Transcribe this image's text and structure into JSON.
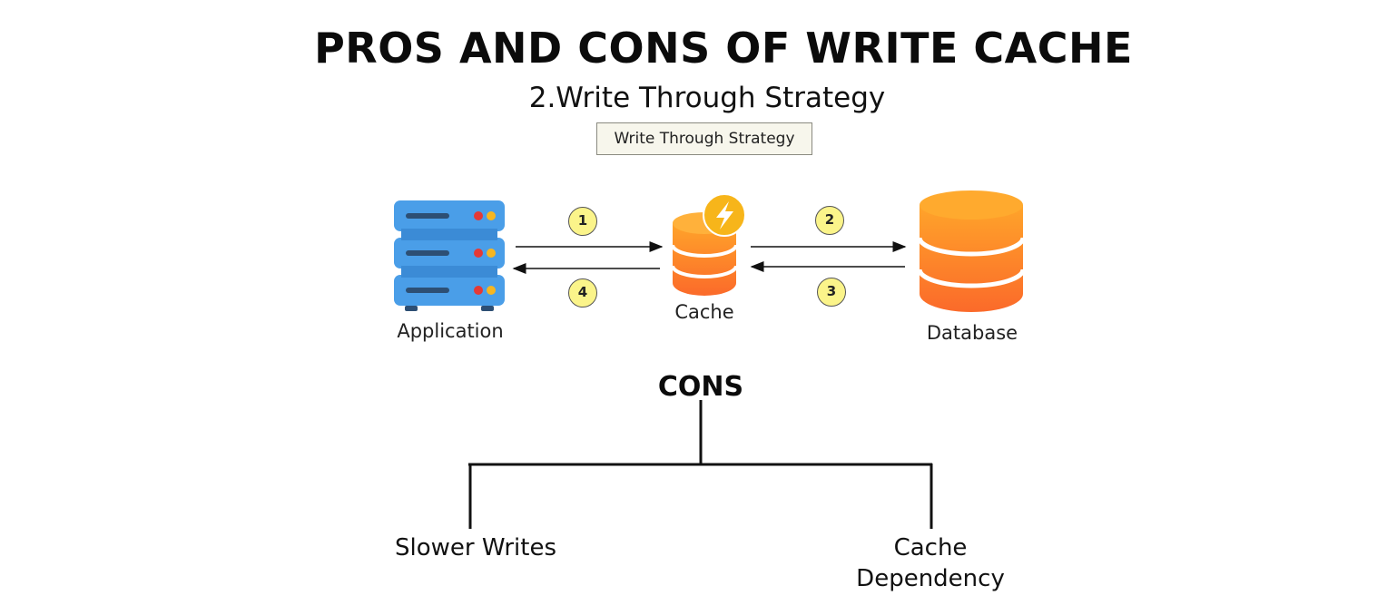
{
  "title": "PROS AND CONS OF WRITE CACHE",
  "subtitle": "2.Write Through Strategy",
  "badge": "Write Through Strategy",
  "nodes": {
    "application": "Application",
    "cache": "Cache",
    "database": "Database"
  },
  "steps": [
    "1",
    "2",
    "3",
    "4"
  ],
  "cons": {
    "title": "CONS",
    "items": [
      "Slower Writes",
      "Cache Dependency"
    ]
  },
  "icons": {
    "application": "server-rack-icon",
    "cache": "cache-database-icon",
    "cache_badge": "lightning-bolt-icon",
    "database": "database-cylinder-icon"
  },
  "colors": {
    "server_blue": "#4a9ee8",
    "database_orange": "#fb8c1c",
    "bolt_badge": "#f7b51a",
    "step_fill": "#fbf48a"
  }
}
